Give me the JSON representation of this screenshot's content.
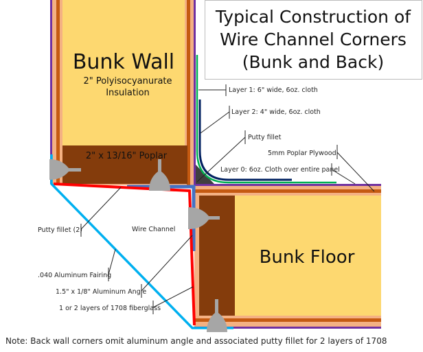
{
  "title": {
    "line1": "Typical Construction of",
    "line2": "Wire Channel Corners",
    "line3": "(Bunk and Back)"
  },
  "panels": {
    "bunk_wall": "Bunk Wall",
    "insulation_line1": "2\" Polyisocyanurate",
    "insulation_line2": "Insulation",
    "poplar": "2\" x 13/16\" Poplar",
    "bunk_floor": "Bunk Floor",
    "wire_channel": "Wire Channel"
  },
  "callouts": {
    "layer1": "Layer 1: 6\" wide, 6oz. cloth",
    "layer2": "Layer 2: 4\" wide, 6oz. cloth",
    "putty_fillet": "Putty fillet",
    "plywood": "5mm Poplar Plywood",
    "layer0": "Layer 0: 6oz. Cloth over entire panel",
    "putty_fillet_2": "Putty fillet (2)",
    "fairing": ".040 Aluminum Fairing",
    "angle": "1.5\" x 1/8\" Aluminum Angle",
    "fiberglass": "1 or 2 layers of 1708 fiberglass"
  },
  "note": "Note: Back wall corners omit aluminum angle and associated putty fillet for 2 layers of 1708",
  "colors": {
    "core": "#fdd870",
    "poplar": "#843c0c",
    "veneer": "#f4b183",
    "veneer_dark": "#c55a11",
    "cloth0": "#7030a0",
    "layer1": "#00b050",
    "layer2": "#002060",
    "fiberglass": "#ff0000",
    "fairing": "#00b0f0",
    "angle": "#4472c4",
    "putty": "#a6a6a6"
  }
}
